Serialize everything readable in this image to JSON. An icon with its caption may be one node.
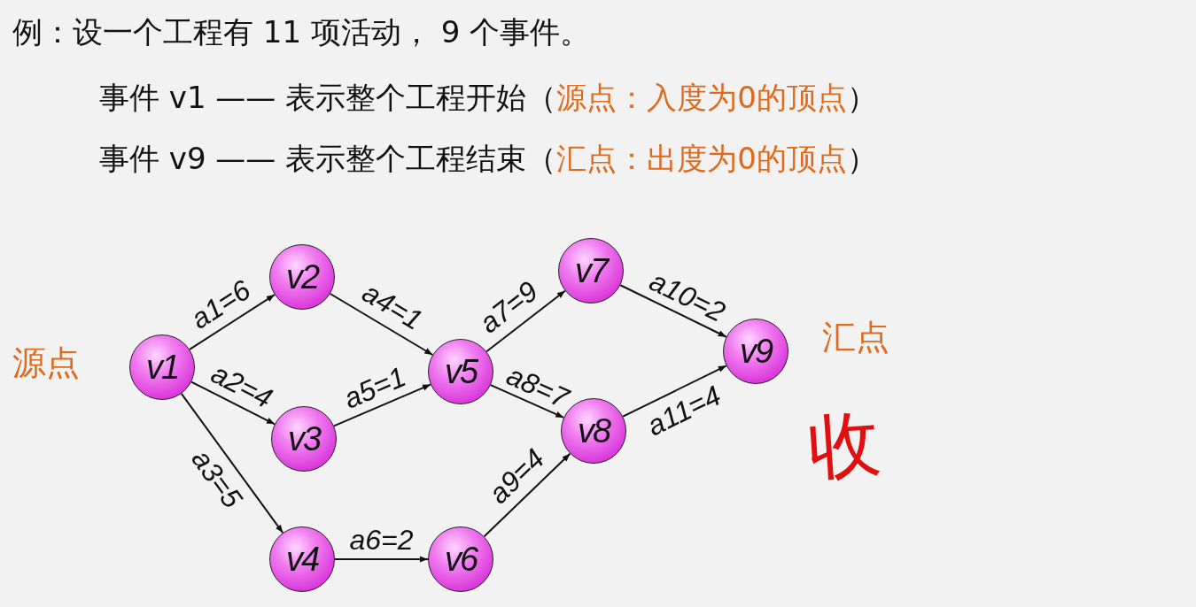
{
  "diagram": {
    "title": "例：设一个工程有 11 项活动， 9 个事件。",
    "nodes": [
      {
        "text": [
          "v1"
        ]
      },
      {
        "text": [
          "v2"
        ]
      },
      {
        "text": [
          "v3"
        ]
      },
      {
        "text": [
          "v4"
        ]
      },
      {
        "text": [
          "v5"
        ]
      },
      {
        "text": [
          "v6"
        ]
      },
      {
        "text": [
          "v7"
        ]
      },
      {
        "text": [
          "v8"
        ]
      },
      {
        "text": [
          "v9"
        ]
      }
    ],
    "edges": [
      {
        "from": 0,
        "to": 1,
        "arrow": "to",
        "label": "a1=6"
      },
      {
        "from": 0,
        "to": 2,
        "arrow": "to",
        "label": "a2=4"
      },
      {
        "from": 0,
        "to": 3,
        "arrow": "to",
        "label": "a3=5"
      },
      {
        "from": 1,
        "to": 4,
        "arrow": "to",
        "label": "a4=1"
      },
      {
        "from": 2,
        "to": 4,
        "arrow": "to",
        "label": "a5=1"
      },
      {
        "from": 3,
        "to": 5,
        "arrow": "to",
        "label": "a6=2"
      },
      {
        "from": 4,
        "to": 6,
        "arrow": "to",
        "label": "a7=9"
      },
      {
        "from": 4,
        "to": 7,
        "arrow": "to",
        "label": "a8=7"
      },
      {
        "from": 5,
        "to": 7,
        "arrow": "to",
        "label": "a9=4"
      },
      {
        "from": 6,
        "to": 8,
        "arrow": "to",
        "label": "a10=2"
      },
      {
        "from": 7,
        "to": 8,
        "arrow": "to",
        "label": "a11=4"
      }
    ],
    "labels": [
      "事件 v1 —— 表示整个工程开始",
      "（",
      "源点：入度为0的顶点",
      "）",
      "事件 v9 —— 表示整个工程结束",
      "（",
      "汇点：出度为0的顶点",
      "）",
      "源点",
      "汇点",
      "收"
    ]
  }
}
